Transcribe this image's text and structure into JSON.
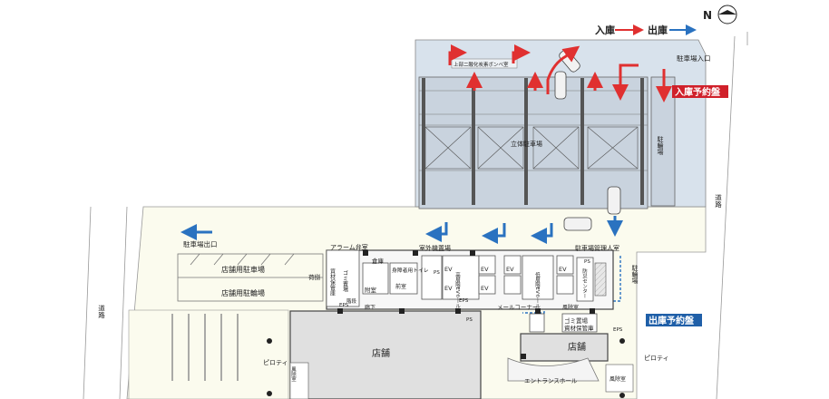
{
  "legend": {
    "in_label": "入庫",
    "out_label": "出庫",
    "in_color": "#e03030",
    "out_color": "#2a72c0",
    "north_icon": "north-arrow-icon",
    "north_letter": "N"
  },
  "labels": {
    "parking_entrance": "駐車場入口",
    "entry_reservation": "入庫予約盤",
    "exit_reservation": "出庫予約盤",
    "pump_room": "上部二酸化炭素ボンベ室",
    "multistory_parking": "立体駐車場",
    "bicycle_parking_top": "駐輪場",
    "road_right": "道路",
    "road_left": "道路",
    "parking_exit": "駐車場出口",
    "shop_parking": "店舗用駐車場",
    "shop_bicycle": "店舗用駐輪場",
    "alarm_valve": "アラーム弁室",
    "outdoor_stairs": "室外機置場",
    "warehouse": "倉庫",
    "parking_office": "駐車場管理人室",
    "bicycle_right": "駐輪場",
    "materials_left": "資材保管庫",
    "garbage_left": "ゴミ置場",
    "storage_left": "附室",
    "disabled_toilet": "身障者用トイレ",
    "ev1": "EV",
    "ev2": "EV",
    "ev3": "EV",
    "ev4": "EV",
    "ev5": "EV",
    "ev6": "EV",
    "high_ev_hall": "高層階EVホール",
    "low_ev_hall": "低層階EVホール",
    "disaster_center": "防災センター",
    "eps_a": "EPS",
    "eps_b": "EPS",
    "eps_c": "EPS",
    "ps_a": "PS",
    "ps_b": "PS",
    "ps_c": "PS",
    "mail_corner": "メールコーナー",
    "wind_room_mid": "風除室",
    "garbage_right": "ゴミ置場",
    "materials_right": "資材保管庫",
    "shop_left": "店舗",
    "shop_right": "店舗",
    "entrance_hall": "エントランスホール",
    "wind_room_right": "風除室",
    "wind_room_left": "風除室",
    "piloti_left": "ピロティ",
    "piloti_right": "ピロティ",
    "corridor": "廊下",
    "front_room": "前室",
    "ruin": "荷捌",
    "stairs_label": "階段"
  }
}
